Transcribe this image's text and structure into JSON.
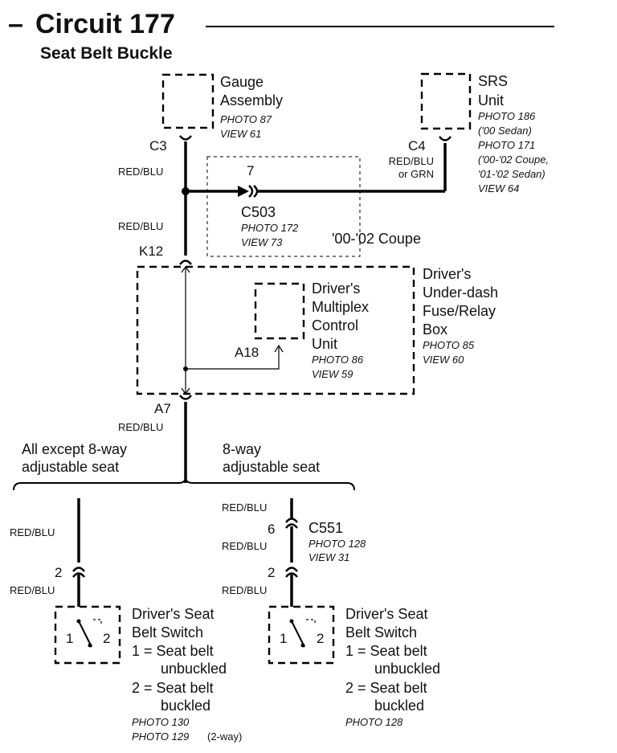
{
  "title": "Circuit 177",
  "title_dash": "–",
  "subtitle": "Seat Belt Buckle",
  "gauge": {
    "name_line1": "Gauge",
    "name_line2": "Assembly",
    "photo": "PHOTO 87",
    "view": "VIEW 61",
    "connector": "C3",
    "wire": "RED/BLU"
  },
  "srs": {
    "name_line1": "SRS",
    "name_line2": "Unit",
    "ref1": "PHOTO 186",
    "ref2": "('00 Sedan)",
    "ref3": "PHOTO 171",
    "ref4": "('00-'02 Coupe,",
    "ref5": "'01-'02 Sedan)",
    "ref6": "VIEW 64",
    "connector": "C4",
    "wire_line1": "RED/BLU",
    "wire_line2": "or GRN"
  },
  "c503": {
    "pin": "7",
    "connector": "C503",
    "photo": "PHOTO 172",
    "view": "VIEW 73",
    "note": "'00-'02 Coupe"
  },
  "k12": {
    "wire": "RED/BLU",
    "connector": "K12"
  },
  "fusebox": {
    "line1": "Driver's",
    "line2": "Under-dash",
    "line3": "Fuse/Relay",
    "line4": "Box",
    "photo": "PHOTO 85",
    "view": "VIEW 60"
  },
  "mcu": {
    "line1": "Driver's",
    "line2": "Multiplex",
    "line3": "Control",
    "line4": "Unit",
    "photo": "PHOTO 86",
    "view": "VIEW 59",
    "connector": "A18"
  },
  "a7": {
    "connector": "A7",
    "wire": "RED/BLU"
  },
  "branches": {
    "left_line1": "All except 8-way",
    "left_line2": "adjustable seat",
    "right_line1": "8-way",
    "right_line2": "adjustable seat"
  },
  "left_switch": {
    "wire_top": "RED/BLU",
    "pin": "2",
    "wire_bottom": "RED/BLU",
    "term1": "1",
    "term2": "2",
    "name_line1": "Driver's Seat",
    "name_line2": "Belt Switch",
    "state1_line1": "1 = Seat belt",
    "state1_line2": "unbuckled",
    "state2_line1": "2 = Seat belt",
    "state2_line2": "buckled",
    "photo1": "PHOTO 130",
    "photo2": "PHOTO 129",
    "photo2_note": "(2-way)"
  },
  "right_switch": {
    "wire_top": "RED/BLU",
    "c551_pin": "6",
    "c551": "C551",
    "c551_photo": "PHOTO 128",
    "c551_view": "VIEW 31",
    "wire_mid": "RED/BLU",
    "pin": "2",
    "wire_bottom": "RED/BLU",
    "term1": "1",
    "term2": "2",
    "name_line1": "Driver's Seat",
    "name_line2": "Belt Switch",
    "state1_line1": "1 = Seat belt",
    "state1_line2": "unbuckled",
    "state2_line1": "2 = Seat belt",
    "state2_line2": "buckled",
    "photo": "PHOTO 128"
  }
}
